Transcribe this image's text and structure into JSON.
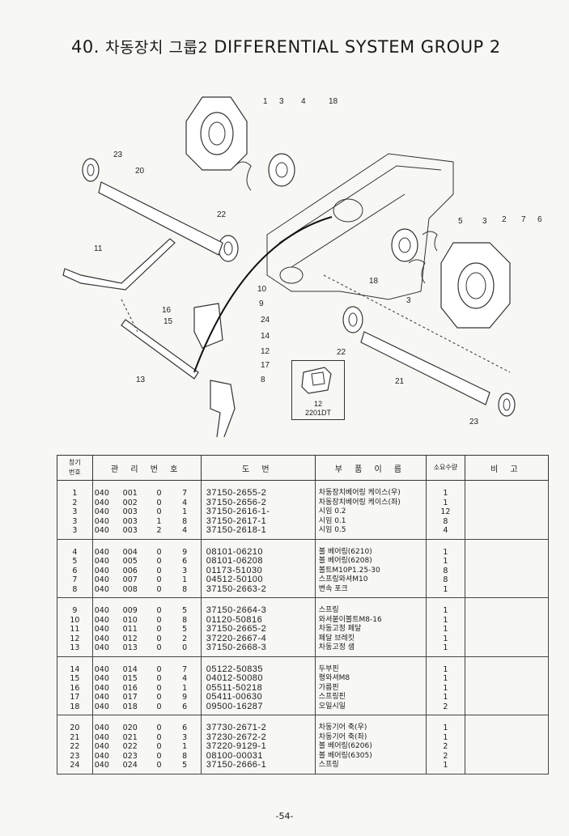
{
  "page_title": {
    "number": "40.",
    "korean": "차동장치 그룹2",
    "english": "DIFFERENTIAL SYSTEM GROUP 2"
  },
  "diagram": {
    "callouts": [
      "1",
      "3",
      "4",
      "18",
      "23",
      "20",
      "22",
      "11",
      "5",
      "3",
      "2",
      "7",
      "6",
      "18",
      "3",
      "10",
      "9",
      "16",
      "15",
      "24",
      "14",
      "12",
      "17",
      "13",
      "8",
      "22",
      "21",
      "23"
    ],
    "inset": {
      "number": "12",
      "caption": "2201DT"
    }
  },
  "table": {
    "headers": {
      "item_no": "창기\n번호",
      "mgmt_no": "관 리 번 호",
      "drawing_no": "도 번",
      "part_name": "부 품 이 름",
      "qty": "소요수량",
      "remarks": "비 고"
    },
    "groups": [
      [
        {
          "no": "1",
          "m": [
            "040",
            "001",
            "0",
            "7"
          ],
          "code": "37150-2655-2",
          "name": "차동장치베어링 케이스(우)",
          "qty": "1"
        },
        {
          "no": "2",
          "m": [
            "040",
            "002",
            "0",
            "4"
          ],
          "code": "37150-2656-2",
          "name": "차동장치베어링 케이스(좌)",
          "qty": "1"
        },
        {
          "no": "3",
          "m": [
            "040",
            "003",
            "0",
            "1"
          ],
          "code": "37150-2616-1-",
          "name": "시임 0.2",
          "qty": "12"
        },
        {
          "no": "3",
          "m": [
            "040",
            "003",
            "1",
            "8"
          ],
          "code": "37150-2617-1",
          "name": "시임 0.1",
          "qty": "8"
        },
        {
          "no": "3",
          "m": [
            "040",
            "003",
            "2",
            "4"
          ],
          "code": "37150-2618-1",
          "name": "시임 0.5",
          "qty": "4"
        }
      ],
      [
        {
          "no": "4",
          "m": [
            "040",
            "004",
            "0",
            "9"
          ],
          "code": "08101-06210",
          "name": "볼 베어링(6210)",
          "qty": "1"
        },
        {
          "no": "5",
          "m": [
            "040",
            "005",
            "0",
            "6"
          ],
          "code": "08101-06208",
          "name": "볼 베어링(6208)",
          "qty": "1"
        },
        {
          "no": "6",
          "m": [
            "040",
            "006",
            "0",
            "3"
          ],
          "code": "01173-51030",
          "name": "볼트M10P1.25-30",
          "qty": "8"
        },
        {
          "no": "7",
          "m": [
            "040",
            "007",
            "0",
            "1"
          ],
          "code": "04512-50100",
          "name": "스프링와셔M10",
          "qty": "8"
        },
        {
          "no": "8",
          "m": [
            "040",
            "008",
            "0",
            "8"
          ],
          "code": "37150-2663-2",
          "name": "변속 포크",
          "qty": "1"
        }
      ],
      [
        {
          "no": "9",
          "m": [
            "040",
            "009",
            "0",
            "5"
          ],
          "code": "37150-2664-3",
          "name": "스프링",
          "qty": "1"
        },
        {
          "no": "10",
          "m": [
            "040",
            "010",
            "0",
            "8"
          ],
          "code": "01120-50816",
          "name": "와셔붙이볼트M8-16",
          "qty": "1"
        },
        {
          "no": "11",
          "m": [
            "040",
            "011",
            "0",
            "5"
          ],
          "code": "37150-2665-2",
          "name": "차동고정 페달",
          "qty": "1"
        },
        {
          "no": "12",
          "m": [
            "040",
            "012",
            "0",
            "2"
          ],
          "code": "37220-2667-4",
          "name": "페달 브레킷",
          "qty": "1"
        },
        {
          "no": "13",
          "m": [
            "040",
            "013",
            "0",
            "0"
          ],
          "code": "37150-2668-3",
          "name": "차동고정 샘",
          "qty": "1"
        }
      ],
      [
        {
          "no": "14",
          "m": [
            "040",
            "014",
            "0",
            "7"
          ],
          "code": "05122-50835",
          "name": "두부핀",
          "qty": "1"
        },
        {
          "no": "15",
          "m": [
            "040",
            "015",
            "0",
            "4"
          ],
          "code": "04012-50080",
          "name": "평와셔M8",
          "qty": "1"
        },
        {
          "no": "16",
          "m": [
            "040",
            "016",
            "0",
            "1"
          ],
          "code": "05511-50218",
          "name": "가름핀",
          "qty": "1"
        },
        {
          "no": "17",
          "m": [
            "040",
            "017",
            "0",
            "9"
          ],
          "code": "05411-00630",
          "name": "스프링핀",
          "qty": "1"
        },
        {
          "no": "18",
          "m": [
            "040",
            "018",
            "0",
            "6"
          ],
          "code": "09500-16287",
          "name": "오일시일",
          "qty": "2"
        }
      ],
      [
        {
          "no": "20",
          "m": [
            "040",
            "020",
            "0",
            "6"
          ],
          "code": "37730-2671-2",
          "name": "차동기어 축(우)",
          "qty": "1"
        },
        {
          "no": "21",
          "m": [
            "040",
            "021",
            "0",
            "3"
          ],
          "code": "37230-2672-2",
          "name": "차동기어 축(좌)",
          "qty": "1"
        },
        {
          "no": "22",
          "m": [
            "040",
            "022",
            "0",
            "1"
          ],
          "code": "37220-9129-1",
          "name": "볼 베어링(6206)",
          "qty": "2"
        },
        {
          "no": "23",
          "m": [
            "040",
            "023",
            "0",
            "8"
          ],
          "code": "08100-00031",
          "name": "볼 베어링(6305)",
          "qty": "2"
        },
        {
          "no": "24",
          "m": [
            "040",
            "024",
            "0",
            "5"
          ],
          "code": "37150-2666-1",
          "name": "스프링",
          "qty": "1"
        }
      ]
    ]
  },
  "page_number": "-54-"
}
